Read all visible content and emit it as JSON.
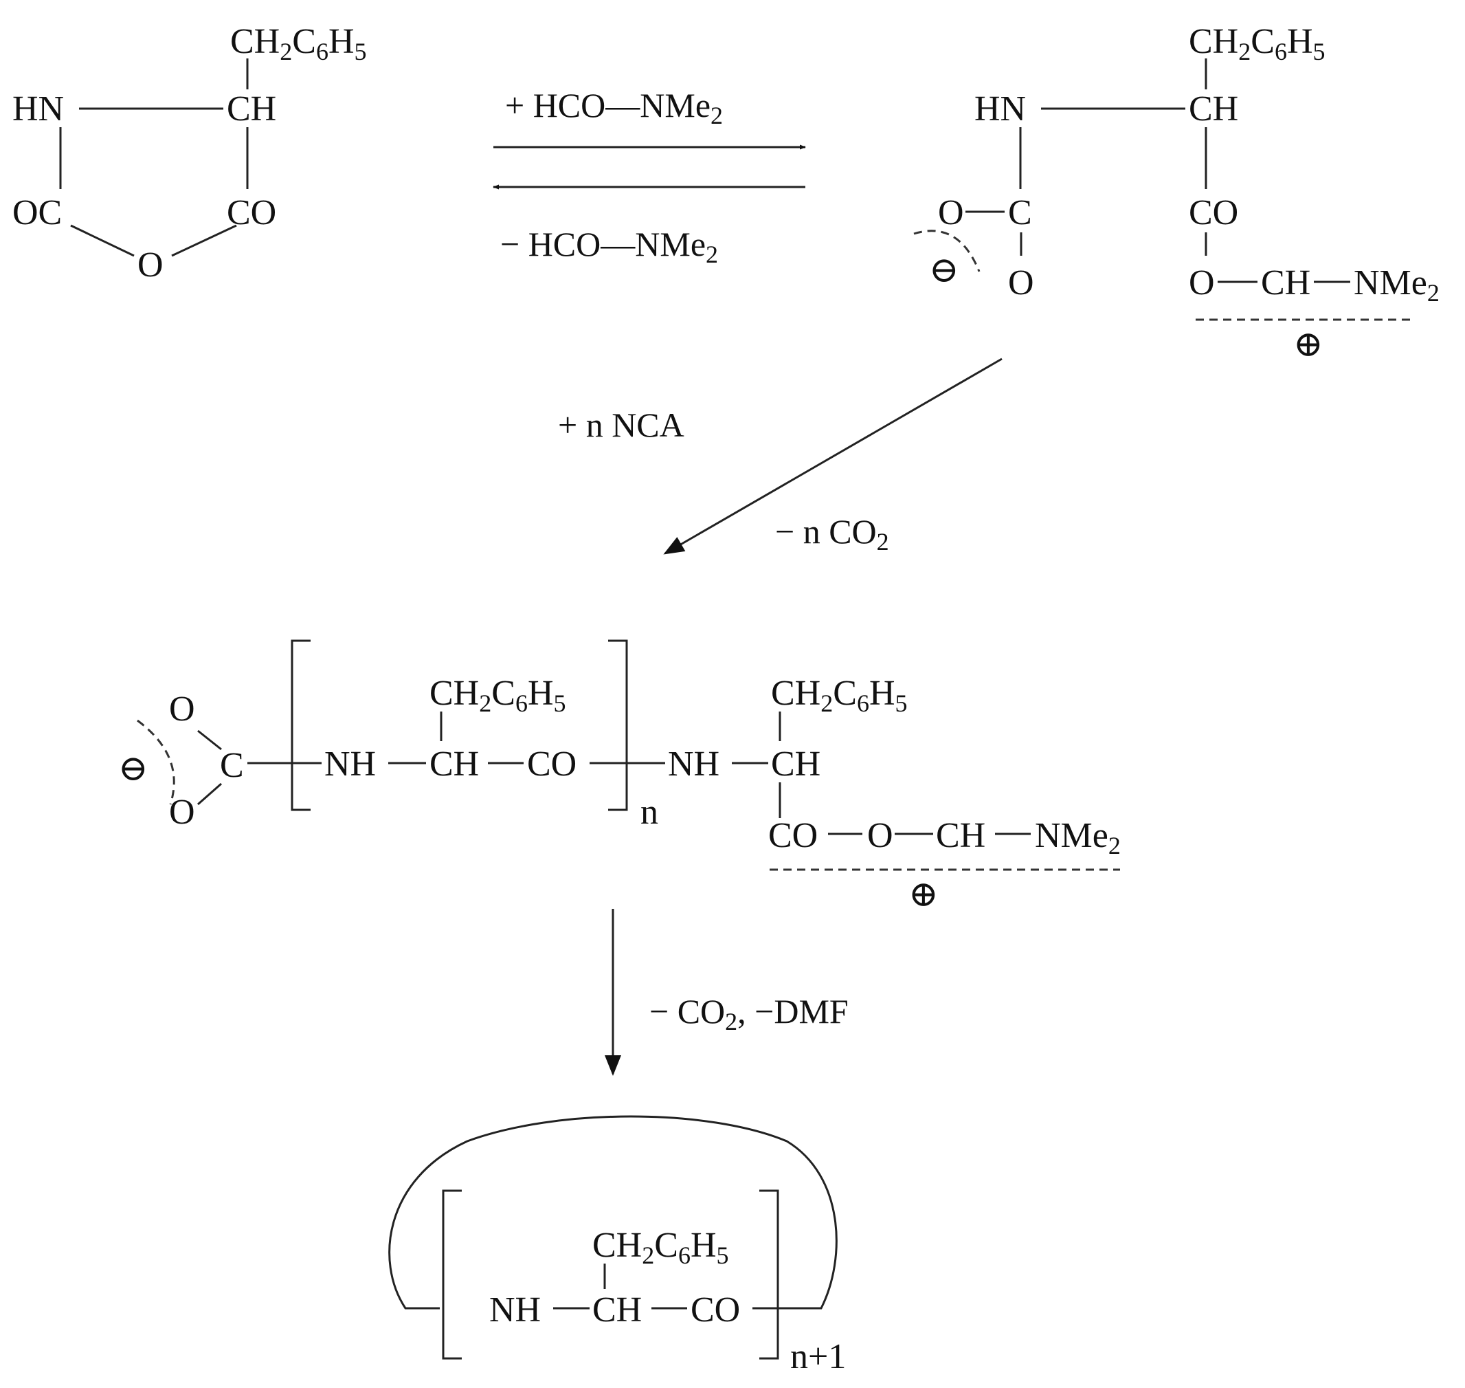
{
  "labels": {
    "bz": "CH",
    "bz_sub1": "2",
    "bz_mid": "C",
    "bz_sub2": "6",
    "bz_end": "H",
    "bz_sub3": "5",
    "hn": "HN",
    "nh": "NH",
    "ch": "CH",
    "co": "CO",
    "oc": "OC",
    "o": "O",
    "c": "C",
    "nme": "NMe",
    "nme_sub": "2",
    "minus": "⊖",
    "plus": "⊕",
    "n": "n",
    "n1": "n+1"
  },
  "conditions": {
    "fwd_prefix": "+ HCO",
    "bwd_prefix": "− HCO",
    "dash": "—",
    "nme": "NMe",
    "nme_sub": "2",
    "add_nca": "+ n NCA",
    "loss_co2": "−  n CO",
    "loss_co2_sub": "2",
    "final_1": "− CO",
    "final_1_sub": "2",
    "final_2": ", −DMF"
  }
}
